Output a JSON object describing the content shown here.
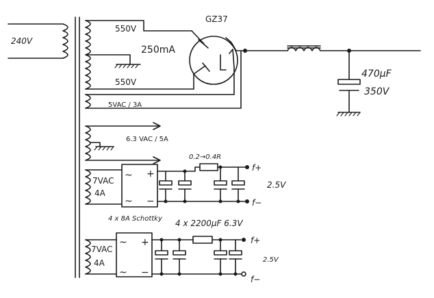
{
  "labels": {
    "mains": "240V",
    "hv_top": "550V",
    "hv_bottom": "550V",
    "hv_current": "250mA",
    "rectifier": "GZ37",
    "heater_rect": "5VAC / 3A",
    "heater_63": "6.3 VAC / 5A",
    "cap_main_value": "470µF",
    "cap_main_voltage": "350V",
    "resistor_value": "0.2→0.4R",
    "pos_terminal_1": "f+",
    "neg_terminal_1": "f−",
    "out_voltage_1": "2.5V",
    "winding_1_volts": "7VAC",
    "winding_1_amps": "4A",
    "bridge_note": "4 x 8A Schottky",
    "caps_note": "4 x 2200µF 6.3V",
    "pos_terminal_2": "f+",
    "neg_terminal_2": "f−",
    "out_voltage_2": "2.5V",
    "winding_2_volts": "7VAC",
    "winding_2_amps": "4A",
    "bridge_ac_symbol": "~",
    "bridge_plus": "+",
    "bridge_minus": "−"
  }
}
